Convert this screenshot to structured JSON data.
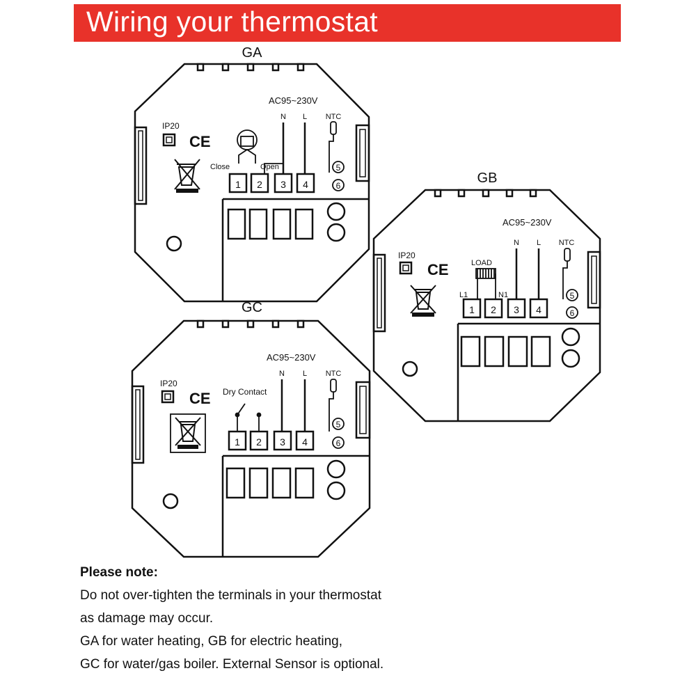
{
  "title": "Wiring your thermostat",
  "panels": [
    {
      "id": "GA",
      "label": "GA",
      "supply": "AC95~230V",
      "ip_rating": "IP20",
      "ce_mark": "CE",
      "terminals": [
        "1",
        "2",
        "3",
        "4"
      ],
      "sensor_terminals": [
        "5",
        "6"
      ],
      "line_labels": [
        "N",
        "L"
      ],
      "sensor_label": "NTC",
      "valve_labels": [
        "Close",
        "Open"
      ]
    },
    {
      "id": "GB",
      "label": "GB",
      "supply": "AC95~230V",
      "ip_rating": "IP20",
      "ce_mark": "CE",
      "terminals": [
        "1",
        "2",
        "3",
        "4"
      ],
      "sensor_terminals": [
        "5",
        "6"
      ],
      "line_labels": [
        "N",
        "L"
      ],
      "sensor_label": "NTC",
      "load_label": "LOAD",
      "load_labels": [
        "L1",
        "N1"
      ]
    },
    {
      "id": "GC",
      "label": "GC",
      "supply": "AC95~230V",
      "ip_rating": "IP20",
      "ce_mark": "CE",
      "terminals": [
        "1",
        "2",
        "3",
        "4"
      ],
      "sensor_terminals": [
        "5",
        "6"
      ],
      "line_labels": [
        "N",
        "L"
      ],
      "sensor_label": "NTC",
      "contact_label": "Dry Contact"
    }
  ],
  "note": {
    "heading": "Please note:",
    "lines": [
      "Do not over-tighten the terminals in your thermostat",
      "as damage may occur.",
      "GA for water heating, GB for electric heating,",
      "GC for water/gas boiler. External Sensor is optional."
    ]
  },
  "colors": {
    "banner": "#e8322a",
    "banner_text": "#ffffff",
    "line": "#111111"
  }
}
